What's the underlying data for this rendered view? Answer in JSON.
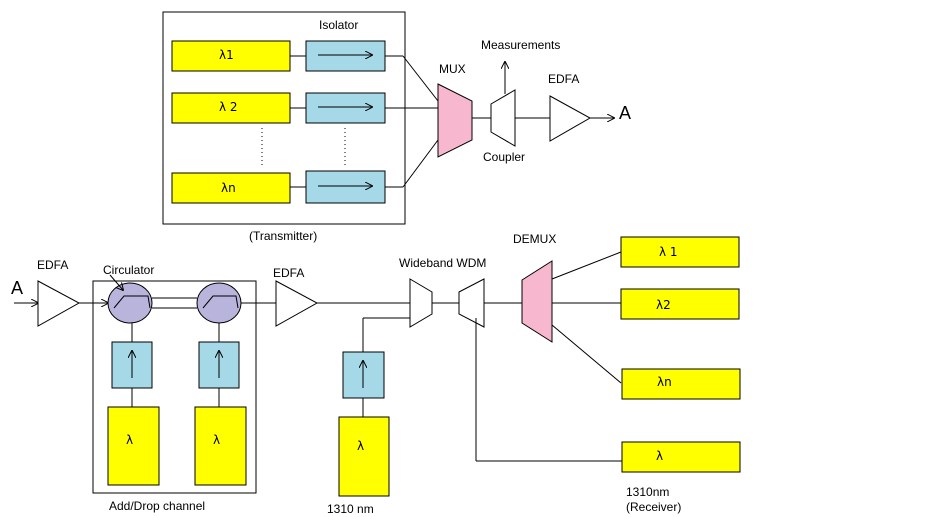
{
  "transmitter": {
    "caption": "(Transmitter)",
    "isolator_label": "Isolator",
    "sources": [
      "λ1",
      "λ 2",
      "λn"
    ]
  },
  "mux": {
    "label": "MUX"
  },
  "coupler": {
    "label": "Coupler",
    "measurements_label": "Measurements"
  },
  "edfa_top": {
    "label": "EDFA"
  },
  "node_a_out": {
    "label": "A"
  },
  "node_a_in": {
    "label": "A"
  },
  "edfa_in": {
    "label": "EDFA"
  },
  "add_drop": {
    "circulator_label": "Circulator",
    "caption": "Add/Drop channel",
    "source_labels": [
      "λ",
      "λ"
    ]
  },
  "edfa_mid": {
    "label": "EDFA"
  },
  "wdm": {
    "label": "Wideband WDM"
  },
  "source_1310": {
    "label": "1310 nm",
    "box": "λ"
  },
  "demux": {
    "label": "DEMUX"
  },
  "receiver": {
    "outputs": [
      "λ 1",
      "λ2",
      "λn",
      "λ"
    ],
    "caption_line1": "1310nm",
    "caption_line2": "(Receiver)"
  },
  "colors": {
    "laser_fill": "#ffff00",
    "isolator_fill": "#a6d9e8",
    "mux_fill": "#f7b7ce",
    "circulator_fill": "#b9b4dc"
  },
  "icons": [
    "isolator-arrow-icon",
    "amplifier-triangle-icon",
    "circulator-icon",
    "arrow-icon"
  ]
}
